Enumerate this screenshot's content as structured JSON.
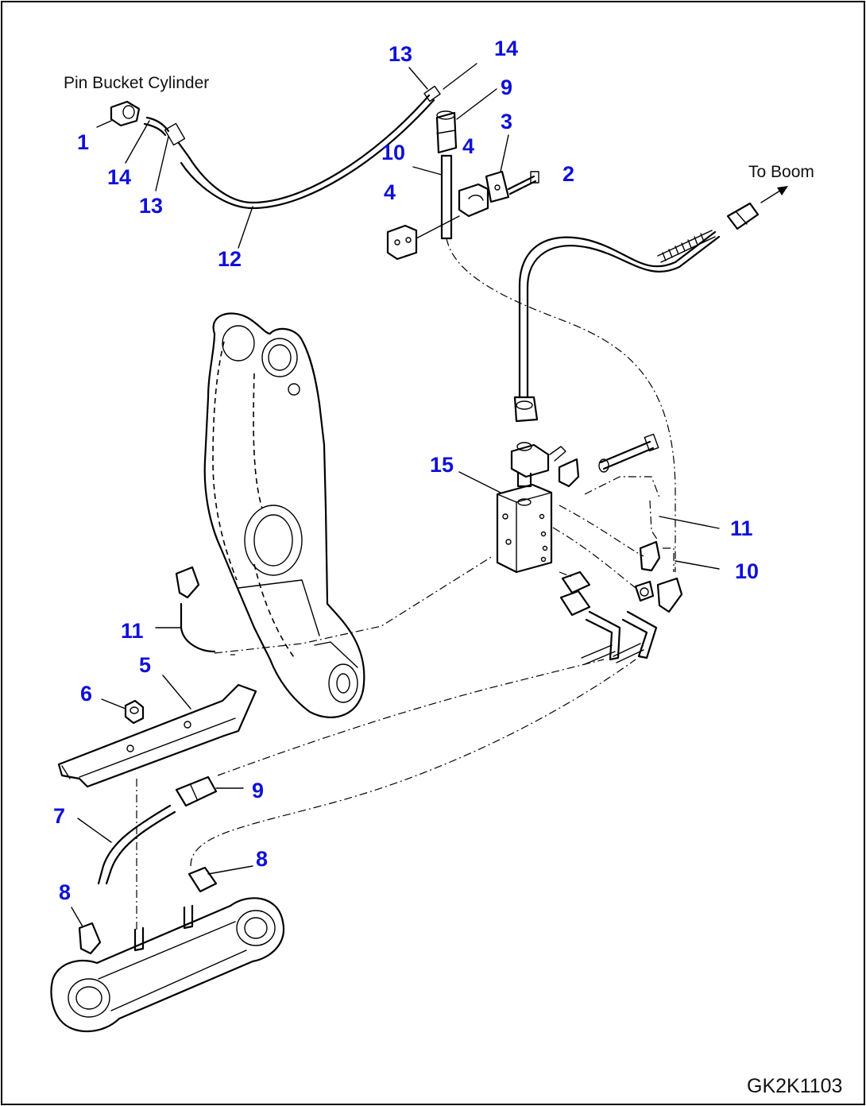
{
  "diagram": {
    "code": "GK2K1103",
    "notes": {
      "pin_bucket_cylinder": "Pin Bucket Cylinder",
      "to_boom": "To Boom"
    },
    "callouts": [
      "1",
      "14",
      "13",
      "12",
      "13",
      "14",
      "9",
      "3",
      "4",
      "10",
      "4",
      "2",
      "15",
      "11",
      "10",
      "11",
      "5",
      "6",
      "9",
      "7",
      "8",
      "8"
    ],
    "colors": {
      "callout": "#1010d8",
      "line": "#000000",
      "background": "#ffffff"
    }
  }
}
